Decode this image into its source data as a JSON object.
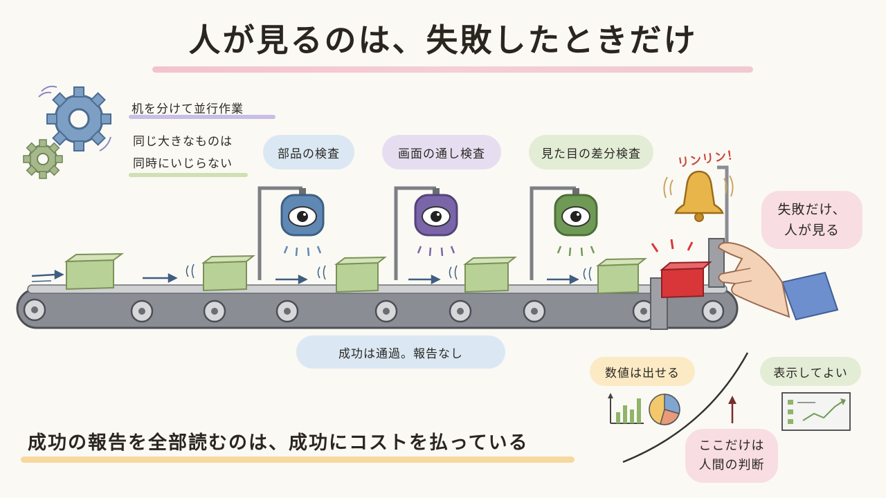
{
  "title": "人が見るのは、失敗したときだけ",
  "notes": {
    "parallel": "机を分けて並行作業",
    "same_things_line1": "同じ大きなものは",
    "same_things_line2": "同時にいじらない"
  },
  "inspections": [
    {
      "label": "部品の検査",
      "color": "#4f7ca8"
    },
    {
      "label": "画面の通し検査",
      "color": "#7a65a8"
    },
    {
      "label": "見た目の差分検査",
      "color": "#6f9a55"
    }
  ],
  "alarm": {
    "sound": "リンリン！"
  },
  "fail_note": {
    "line1": "失敗だけ、",
    "line2": "人が見る"
  },
  "success_note": "成功は通過。報告なし",
  "right_panel": {
    "numbers_ok": "数値は出せる",
    "display_ok": "表示してよい",
    "human_judgment_line1": "ここだけは",
    "human_judgment_line2": "人間の判断"
  },
  "footer": "成功の報告を全部読むのは、成功にコストを払っている",
  "colors": {
    "box_green": "#b8d196",
    "box_red": "#d9363a",
    "belt": "#6d7077",
    "title_underline": "#f2b9c5",
    "footer_underline": "#f6d28e"
  }
}
